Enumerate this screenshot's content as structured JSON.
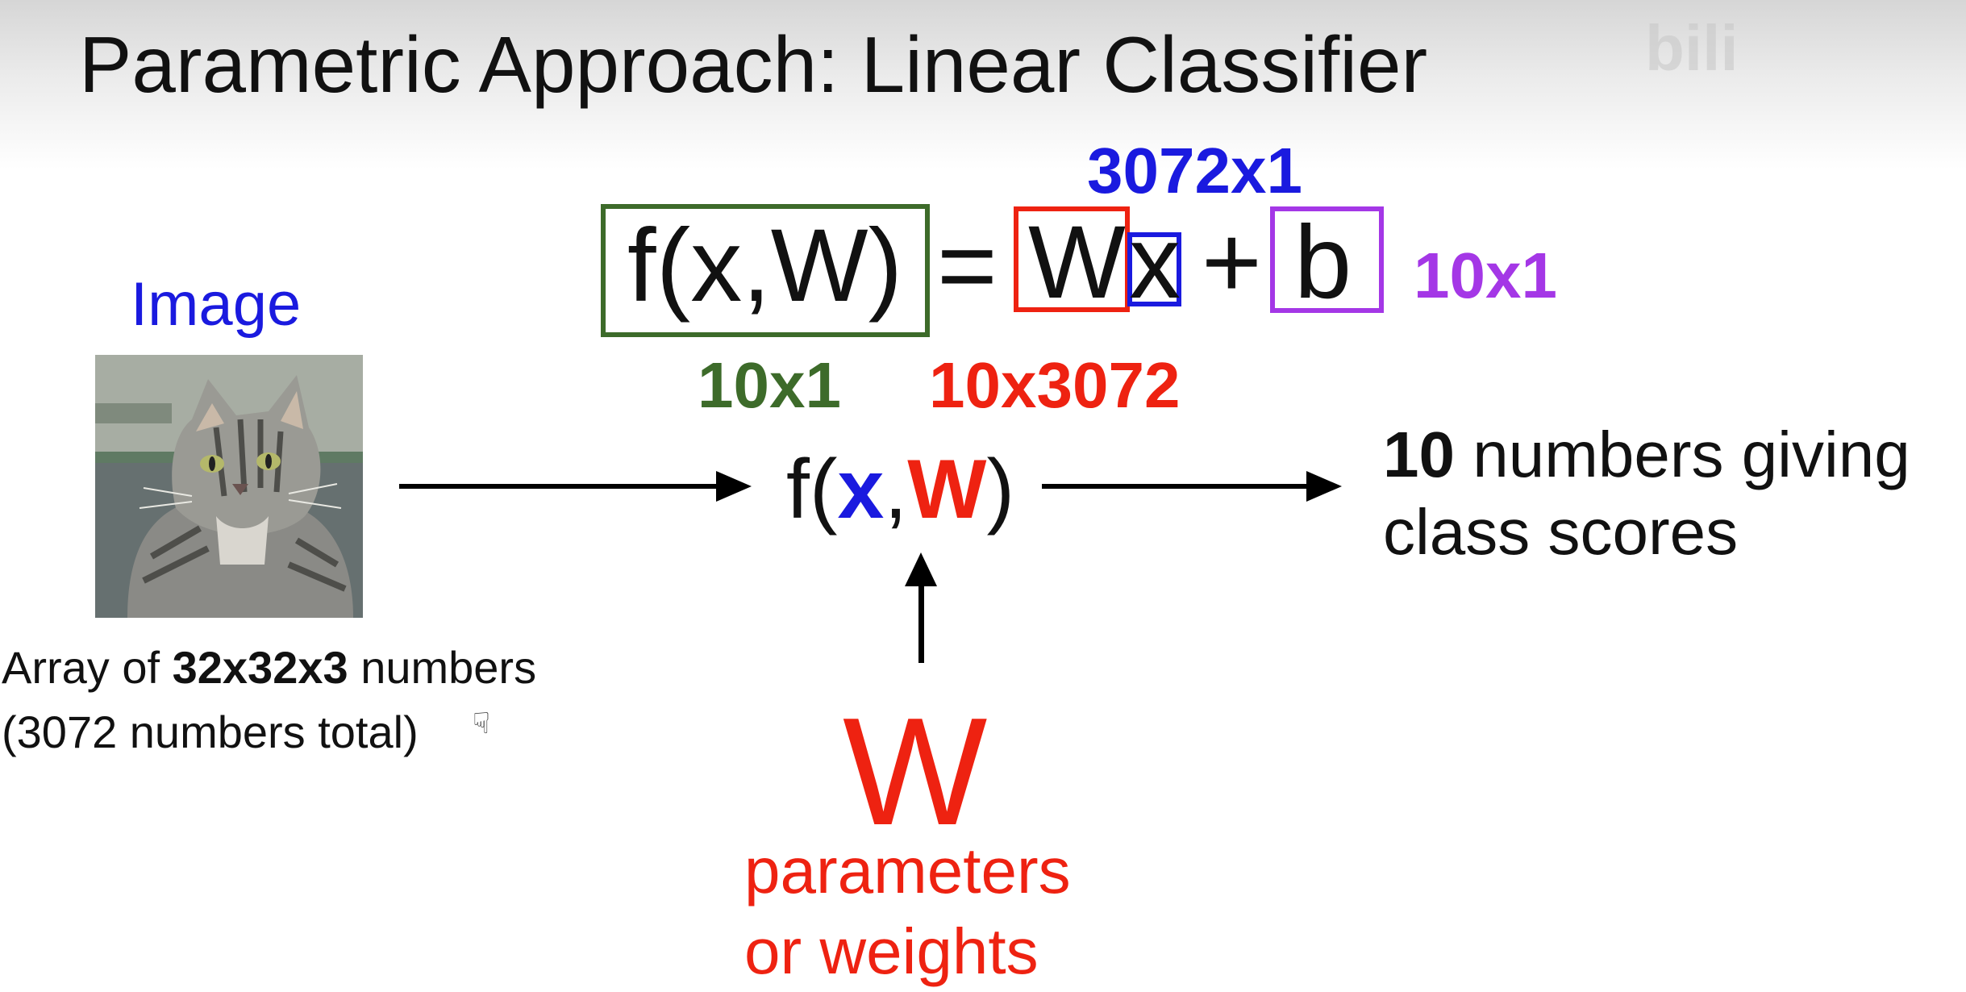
{
  "slide": {
    "title": "Parametric Approach: Linear Classifier",
    "watermark": "bili"
  },
  "image_block": {
    "label": "Image",
    "caption_line1_pre": "Array of ",
    "caption_line1_bold": "32x32x3",
    "caption_line1_post": " numbers",
    "caption_line2": "(3072 numbers total)"
  },
  "equation": {
    "lhs": "f(x,W)",
    "equals": "=",
    "w": "W",
    "x": "x",
    "plus": "+",
    "b": "b",
    "dim_x": "3072x1",
    "dim_b": "10x1",
    "dim_out": "10x1",
    "dim_w": "10x3072"
  },
  "function": {
    "prefix": "f(",
    "x": "x",
    "comma": ",",
    "w": "W",
    "suffix": ")"
  },
  "output": {
    "bold": "10",
    "line1_rest": " numbers giving",
    "line2": "class scores"
  },
  "weights": {
    "symbol": "W",
    "line1": "parameters",
    "line2": "or weights"
  },
  "colors": {
    "blue": "#1a1adf",
    "red": "#ee2211",
    "green": "#3d6b2a",
    "purple": "#a437e6"
  }
}
